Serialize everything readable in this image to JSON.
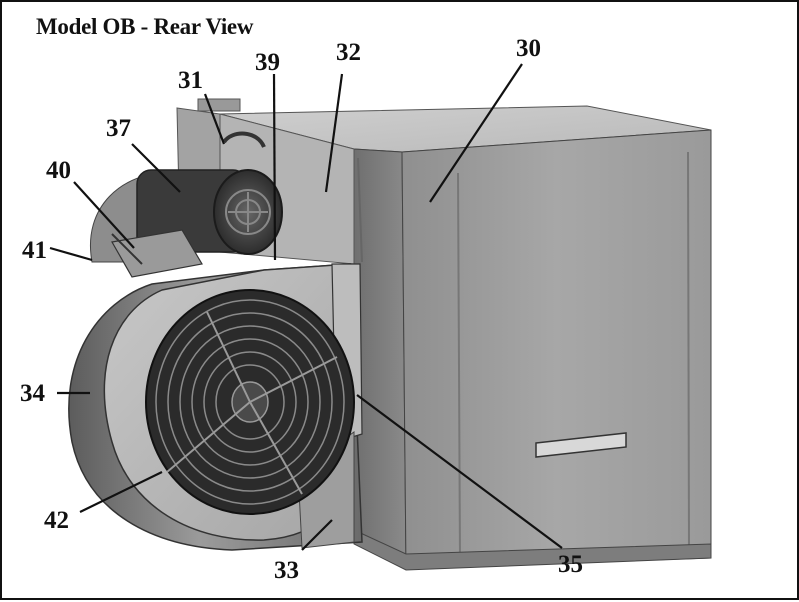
{
  "title": "Model OB - Rear View",
  "callouts": {
    "c30": "30",
    "c31": "31",
    "c32": "32",
    "c33": "33",
    "c34": "34",
    "c35": "35",
    "c37": "37",
    "c39": "39",
    "c40": "40",
    "c41": "41",
    "c42": "42"
  }
}
